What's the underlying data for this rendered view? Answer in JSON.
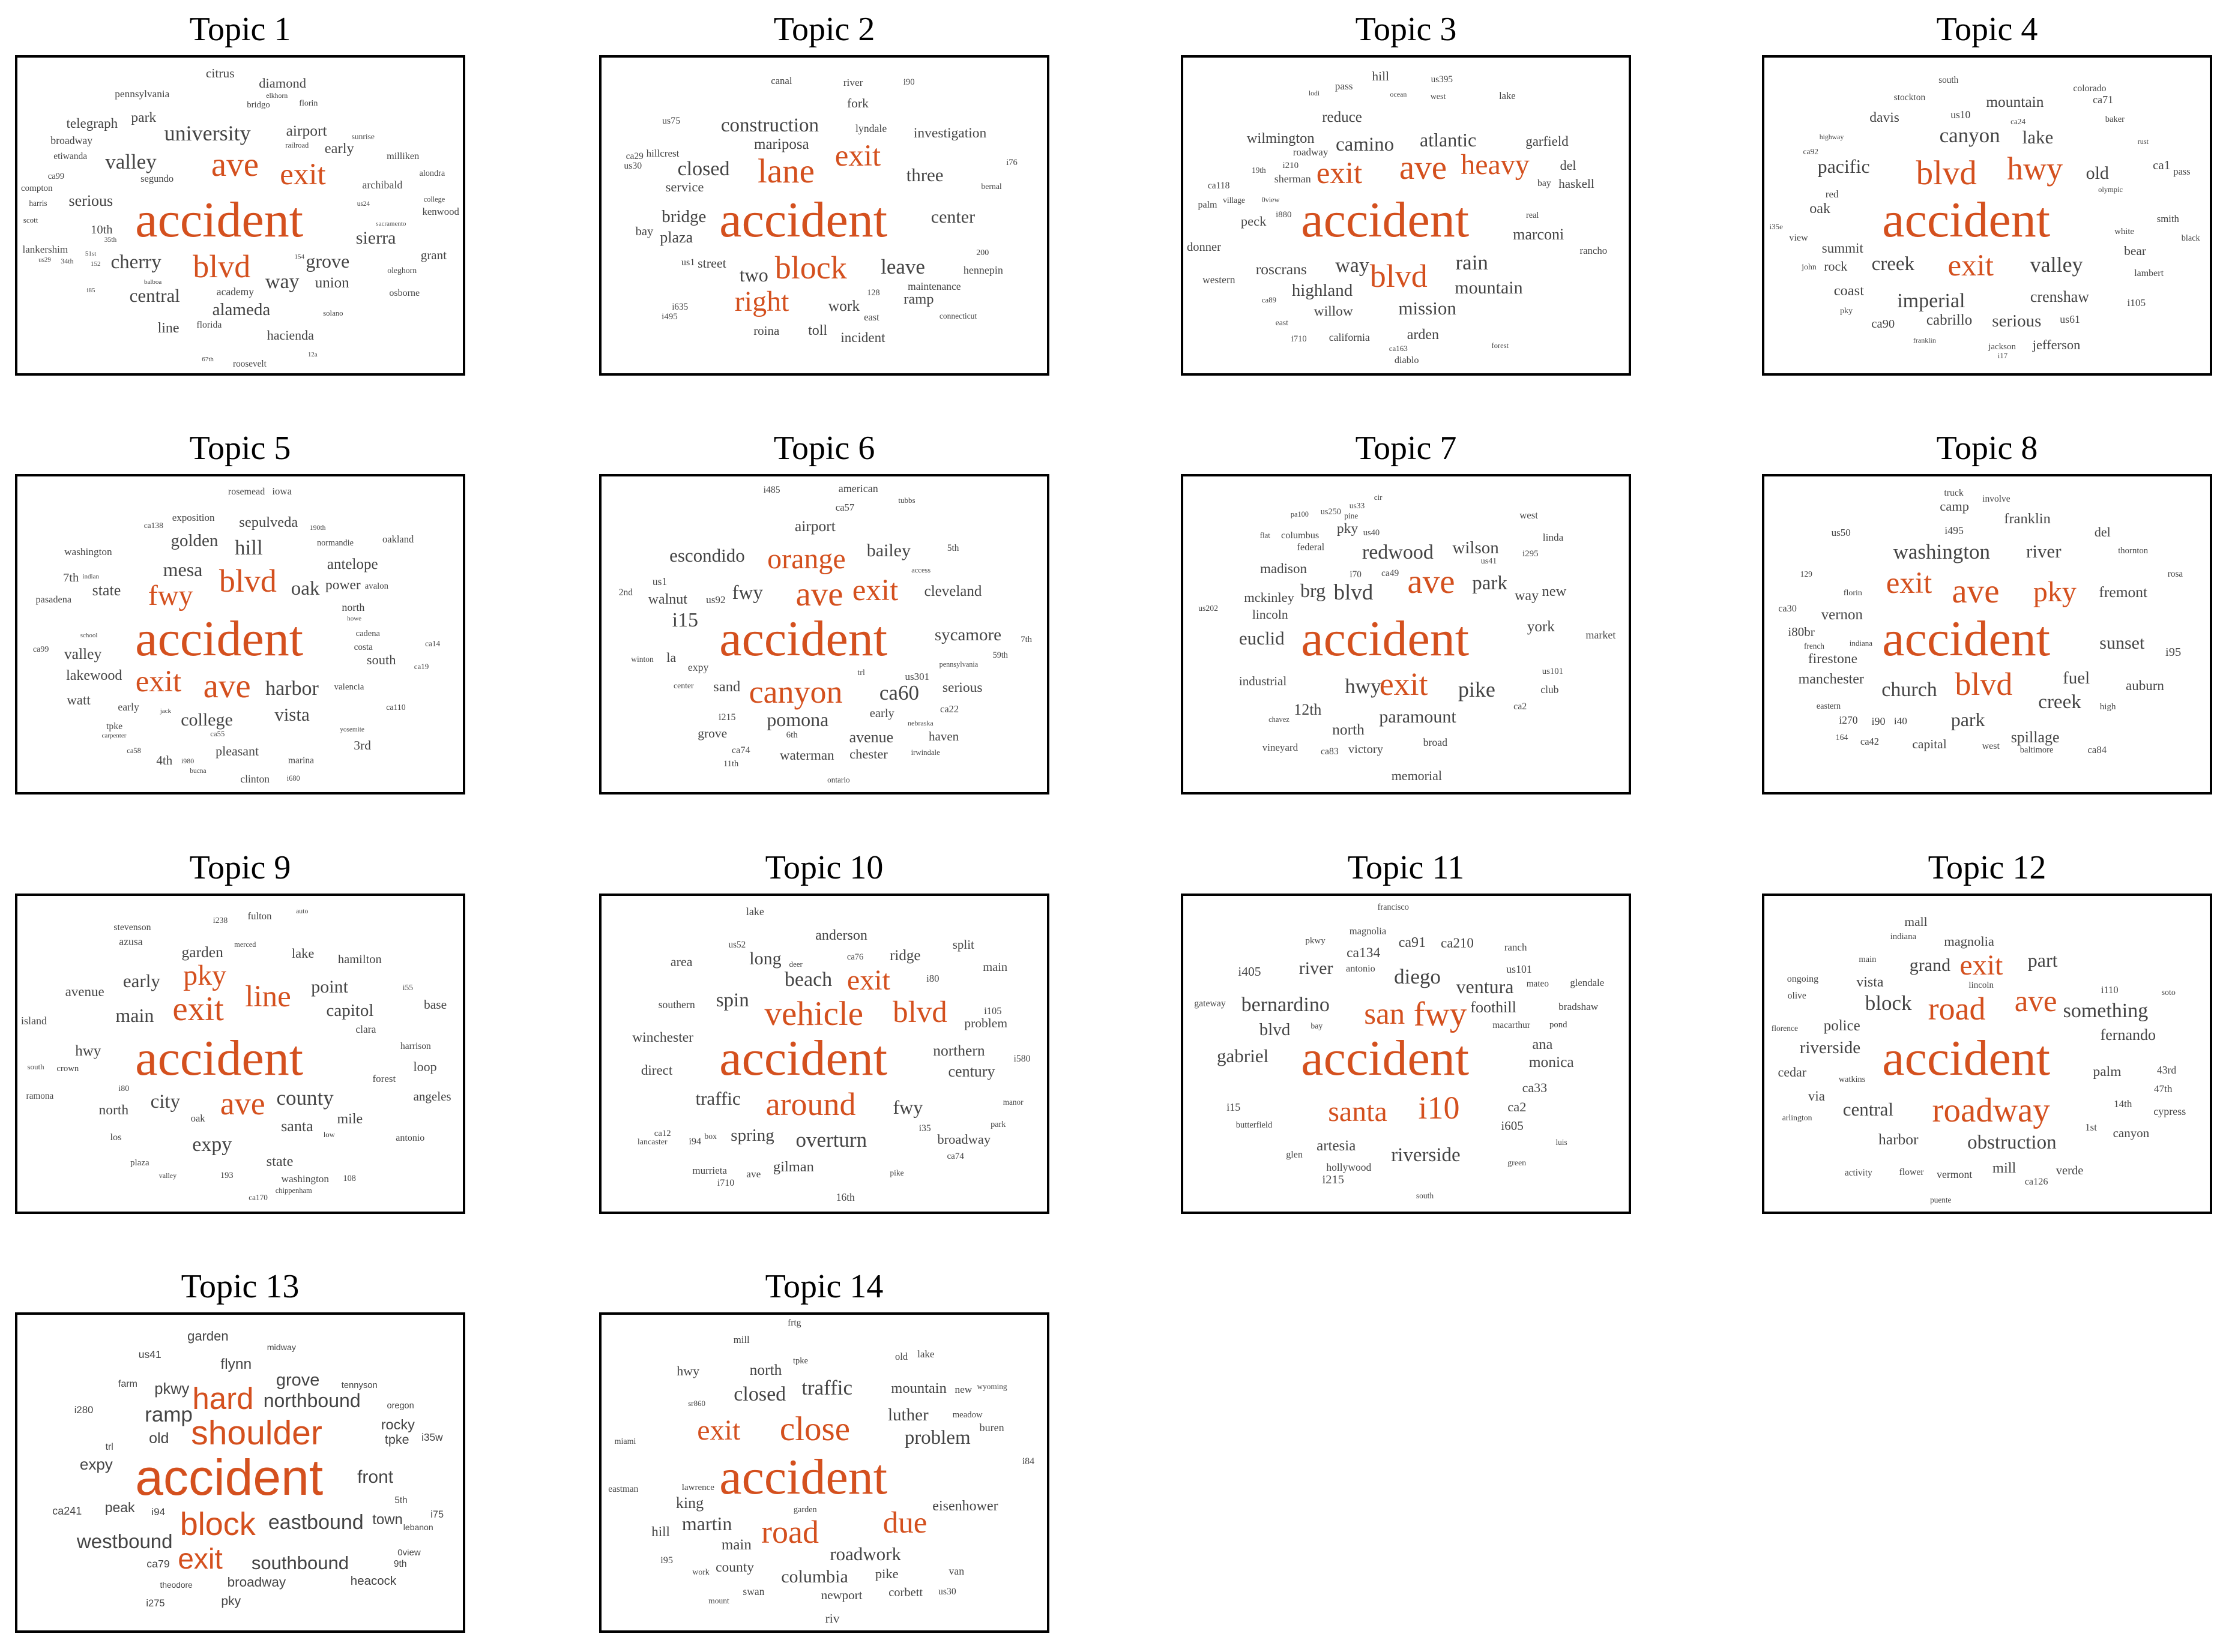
{
  "colors": {
    "highlight": "#d4501e",
    "regular": "#444444",
    "frame": "#000000"
  },
  "topics": [
    {
      "title": "Topic 1",
      "highlight": [
        "accident",
        "ave",
        "blvd",
        "exit"
      ],
      "words": [
        "accident",
        "ave",
        "blvd",
        "exit",
        "university",
        "valley",
        "way",
        "cherry",
        "grove",
        "central",
        "sierra",
        "alameda",
        "serious",
        "airport",
        "union",
        "early",
        "line",
        "park",
        "telegraph",
        "diamond",
        "hacienda",
        "citrus",
        "grant",
        "10th",
        "archibald",
        "broadway",
        "academy",
        "pennsylvania",
        "lankershim",
        "kenwood",
        "segundo",
        "milliken",
        "osborne",
        "florida",
        "etiwanda",
        "roosevelt",
        "compton",
        "bridgo",
        "ca99",
        "alondra",
        "florin",
        "oleghorn",
        "sunrise",
        "harris",
        "scott",
        "solano",
        "railroad",
        "college",
        "34th",
        "elkhorn",
        "35th",
        "us24",
        "us29",
        "i85",
        "67th",
        "51st",
        "152",
        "12a",
        "154",
        "balboa",
        "sacramento"
      ]
    },
    {
      "title": "Topic 2",
      "highlight": [
        "accident",
        "lane",
        "block",
        "exit",
        "right"
      ],
      "words": [
        "accident",
        "lane",
        "block",
        "exit",
        "right",
        "leave",
        "closed",
        "construction",
        "two",
        "three",
        "center",
        "bridge",
        "plaza",
        "work",
        "mariposa",
        "ramp",
        "toll",
        "investigation",
        "incident",
        "service",
        "street",
        "fork",
        "roina",
        "bay",
        "hennepin",
        "lyndale",
        "maintenance",
        "river",
        "hillcrest",
        "canal",
        "east",
        "us1",
        "us75",
        "us30",
        "ca29",
        "i635",
        "i495",
        "i90",
        "i76",
        "128",
        "200",
        "bernal",
        "connecticut"
      ]
    },
    {
      "title": "Topic 3",
      "highlight": [
        "accident",
        "ave",
        "blvd",
        "exit",
        "heavy"
      ],
      "words": [
        "accident",
        "ave",
        "blvd",
        "exit",
        "heavy",
        "rain",
        "way",
        "camino",
        "atlantic",
        "mission",
        "mountain",
        "highland",
        "marconi",
        "roscrans",
        "reduce",
        "wilmington",
        "arden",
        "willow",
        "garfield",
        "peck",
        "del",
        "hill",
        "haskell",
        "donner",
        "sherman",
        "california",
        "western",
        "pass",
        "roadway",
        "rancho",
        "lake",
        "diablo",
        "palm",
        "bay",
        "ca118",
        "us395",
        "i210",
        "i880",
        "i710",
        "real",
        "west",
        "east",
        "village",
        "19th",
        "ca163",
        "ca89",
        "forest",
        "0view",
        "ocean",
        "lodi"
      ]
    },
    {
      "title": "Topic 4",
      "highlight": [
        "accident",
        "blvd",
        "hwy",
        "exit"
      ],
      "words": [
        "accident",
        "blvd",
        "hwy",
        "exit",
        "valley",
        "canyon",
        "imperial",
        "creek",
        "pacific",
        "lake",
        "old",
        "serious",
        "crenshaw",
        "mountain",
        "cabrillo",
        "coast",
        "oak",
        "davis",
        "summit",
        "jefferson",
        "rock",
        "bear",
        "ca1",
        "ca90",
        "ca71",
        "us61",
        "us10",
        "i105",
        "red",
        "smith",
        "pass",
        "view",
        "lambert",
        "colorado",
        "stockton",
        "south",
        "jackson",
        "white",
        "baker",
        "black",
        "pky",
        "john",
        "ca92",
        "ca24",
        "i35e",
        "i17",
        "olympic",
        "rust",
        "franklin",
        "highway"
      ]
    },
    {
      "title": "Topic 5",
      "highlight": [
        "accident",
        "ave",
        "blvd",
        "exit",
        "fwy"
      ],
      "words": [
        "accident",
        "ave",
        "blvd",
        "exit",
        "fwy",
        "hill",
        "harbor",
        "oak",
        "mesa",
        "vista",
        "college",
        "golden",
        "state",
        "valley",
        "antelope",
        "sepulveda",
        "lakewood",
        "power",
        "watt",
        "south",
        "pleasant",
        "3rd",
        "4th",
        "7th",
        "north",
        "early",
        "clinton",
        "washington",
        "exposition",
        "iowa",
        "oakland",
        "pasadena",
        "rosemead",
        "tpke",
        "marina",
        "costa",
        "valencia",
        "avalon",
        "cadena",
        "normandie",
        "ca99",
        "ca110",
        "ca138",
        "ca14",
        "ca19",
        "ca55",
        "ca58",
        "i680",
        "i980",
        "190th",
        "bucna",
        "yosemite",
        "indian",
        "school",
        "howe",
        "carpenter",
        "jack"
      ]
    },
    {
      "title": "Topic 6",
      "highlight": [
        "accident",
        "ave",
        "canyon",
        "exit",
        "orange"
      ],
      "words": [
        "accident",
        "ave",
        "canyon",
        "exit",
        "orange",
        "ca60",
        "i15",
        "fwy",
        "pomona",
        "escondido",
        "bailey",
        "sycamore",
        "avenue",
        "airport",
        "cleveland",
        "sand",
        "walnut",
        "serious",
        "waterman",
        "chester",
        "la",
        "grove",
        "haven",
        "early",
        "american",
        "expy",
        "us1",
        "us92",
        "us301",
        "ca57",
        "ca22",
        "ca74",
        "i215",
        "i485",
        "2nd",
        "5th",
        "6th",
        "7th",
        "11th",
        "59th",
        "trl",
        "center",
        "winton",
        "ontario",
        "tubbs",
        "irwindale",
        "access",
        "pennsylvania",
        "nebraska"
      ]
    },
    {
      "title": "Topic 7",
      "highlight": [
        "accident",
        "ave",
        "exit"
      ],
      "words": [
        "accident",
        "ave",
        "exit",
        "blvd",
        "pike",
        "hwy",
        "redwood",
        "park",
        "brg",
        "euclid",
        "paramount",
        "wilson",
        "12th",
        "north",
        "york",
        "new",
        "way",
        "pky",
        "madison",
        "mckinley",
        "memorial",
        "lincoln",
        "industrial",
        "victory",
        "market",
        "broad",
        "club",
        "linda",
        "vineyard",
        "west",
        "federal",
        "columbus",
        "ca2",
        "ca83",
        "ca49",
        "i70",
        "i295",
        "us101",
        "us40",
        "us250",
        "us41",
        "us202",
        "us33",
        "pine",
        "cir",
        "flat",
        "chavez",
        "pa100"
      ]
    },
    {
      "title": "Topic 8",
      "highlight": [
        "accident",
        "ave",
        "blvd",
        "exit",
        "pky"
      ],
      "words": [
        "accident",
        "ave",
        "blvd",
        "exit",
        "pky",
        "washington",
        "church",
        "creek",
        "park",
        "river",
        "sunset",
        "fuel",
        "spillage",
        "fremont",
        "vernon",
        "franklin",
        "manchester",
        "firestone",
        "auburn",
        "camp",
        "del",
        "capital",
        "i80br",
        "i95",
        "i90",
        "i495",
        "i270",
        "i40",
        "us50",
        "ca84",
        "ca42",
        "ca30",
        "west",
        "truck",
        "involve",
        "rosa",
        "high",
        "thornton",
        "baltimore",
        "eastern",
        "florin",
        "164",
        "129",
        "french",
        "indiana"
      ]
    },
    {
      "title": "Topic 9",
      "highlight": [
        "accident",
        "exit",
        "ave",
        "line",
        "pky"
      ],
      "words": [
        "accident",
        "exit",
        "ave",
        "line",
        "pky",
        "county",
        "expy",
        "city",
        "main",
        "early",
        "point",
        "capitol",
        "santa",
        "garden",
        "hwy",
        "state",
        "mile",
        "north",
        "avenue",
        "lake",
        "loop",
        "base",
        "angeles",
        "hamilton",
        "island",
        "azusa",
        "clara",
        "washington",
        "forest",
        "fulton",
        "oak",
        "los",
        "antonio",
        "stevenson",
        "harrison",
        "ramona",
        "plaza",
        "crown",
        "193",
        "108",
        "i80",
        "i238",
        "i55",
        "ca170",
        "south",
        "low",
        "chippenham",
        "merced",
        "valley",
        "auto"
      ]
    },
    {
      "title": "Topic 10",
      "highlight": [
        "accident",
        "vehicle",
        "around",
        "blvd",
        "exit"
      ],
      "words": [
        "accident",
        "vehicle",
        "around",
        "blvd",
        "exit",
        "overturn",
        "beach",
        "spin",
        "fwy",
        "traffic",
        "long",
        "spring",
        "century",
        "northern",
        "ridge",
        "gilman",
        "anderson",
        "winchester",
        "direct",
        "broadway",
        "area",
        "problem",
        "split",
        "main",
        "lake",
        "southern",
        "16th",
        "ave",
        "murrieta",
        "i80",
        "i105",
        "i94",
        "i710",
        "i580",
        "i35",
        "us52",
        "ca74",
        "ca12",
        "ca76",
        "park",
        "lancaster",
        "box",
        "pike",
        "manor",
        "deer"
      ]
    },
    {
      "title": "Topic 11",
      "highlight": [
        "accident",
        "fwy",
        "i10",
        "san",
        "santa"
      ],
      "words": [
        "accident",
        "fwy",
        "i10",
        "san",
        "santa",
        "diego",
        "bernardino",
        "riverside",
        "ventura",
        "gabriel",
        "river",
        "blvd",
        "foothill",
        "monica",
        "artesia",
        "ana",
        "ca91",
        "ca134",
        "ca210",
        "ca2",
        "ca33",
        "i405",
        "i605",
        "i215",
        "i15",
        "us101",
        "hollywood",
        "bradshaw",
        "ranch",
        "glendale",
        "magnolia",
        "antonio",
        "glen",
        "gateway",
        "macarthur",
        "mateo",
        "pkwy",
        "pond",
        "butterfield",
        "francisco",
        "green",
        "bay",
        "south",
        "luis"
      ]
    },
    {
      "title": "Topic 12",
      "highlight": [
        "accident",
        "roadway",
        "road",
        "ave",
        "exit"
      ],
      "words": [
        "accident",
        "roadway",
        "road",
        "ave",
        "exit",
        "block",
        "something",
        "obstruction",
        "part",
        "central",
        "grand",
        "riverside",
        "fernando",
        "harbor",
        "police",
        "mill",
        "vista",
        "palm",
        "via",
        "magnolia",
        "cedar",
        "mall",
        "canyon",
        "verde",
        "cypress",
        "vermont",
        "43rd",
        "47th",
        "14th",
        "1st",
        "i110",
        "ca126",
        "ongoing",
        "flower",
        "olive",
        "activity",
        "lincoln",
        "indiana",
        "main",
        "watkins",
        "soto",
        "arlington",
        "florence",
        "puente"
      ]
    },
    {
      "title": "Topic 13",
      "highlight": [
        "accident",
        "shoulder",
        "block",
        "hard",
        "exit"
      ],
      "words": [
        "accident",
        "shoulder",
        "block",
        "hard",
        "exit",
        "ramp",
        "eastbound",
        "westbound",
        "northbound",
        "southbound",
        "front",
        "grove",
        "expy",
        "pkwy",
        "old",
        "flynn",
        "town",
        "rocky",
        "peak",
        "broadway",
        "garden",
        "tpke",
        "pky",
        "heacock",
        "ca241",
        "ca79",
        "us41",
        "i35w",
        "i94",
        "i280",
        "i275",
        "i75",
        "farm",
        "trl",
        "9th",
        "5th",
        "0view",
        "tennyson",
        "oregon",
        "midway",
        "lebanon",
        "theodore"
      ]
    },
    {
      "title": "Topic 14",
      "highlight": [
        "accident",
        "close",
        "road",
        "due",
        "exit"
      ],
      "words": [
        "accident",
        "close",
        "road",
        "due",
        "exit",
        "traffic",
        "closed",
        "problem",
        "martin",
        "roadwork",
        "columbia",
        "luther",
        "king",
        "north",
        "main",
        "mountain",
        "eisenhower",
        "county",
        "hill",
        "pike",
        "hwy",
        "riv",
        "newport",
        "corbett",
        "buren",
        "van",
        "swan",
        "new",
        "lake",
        "mill",
        "old",
        "i95",
        "i84",
        "us30",
        "frtg",
        "eastman",
        "lawrence",
        "meadow",
        "tpke",
        "garden",
        "miami",
        "work",
        "mount",
        "wyoming",
        "sr860"
      ]
    }
  ]
}
